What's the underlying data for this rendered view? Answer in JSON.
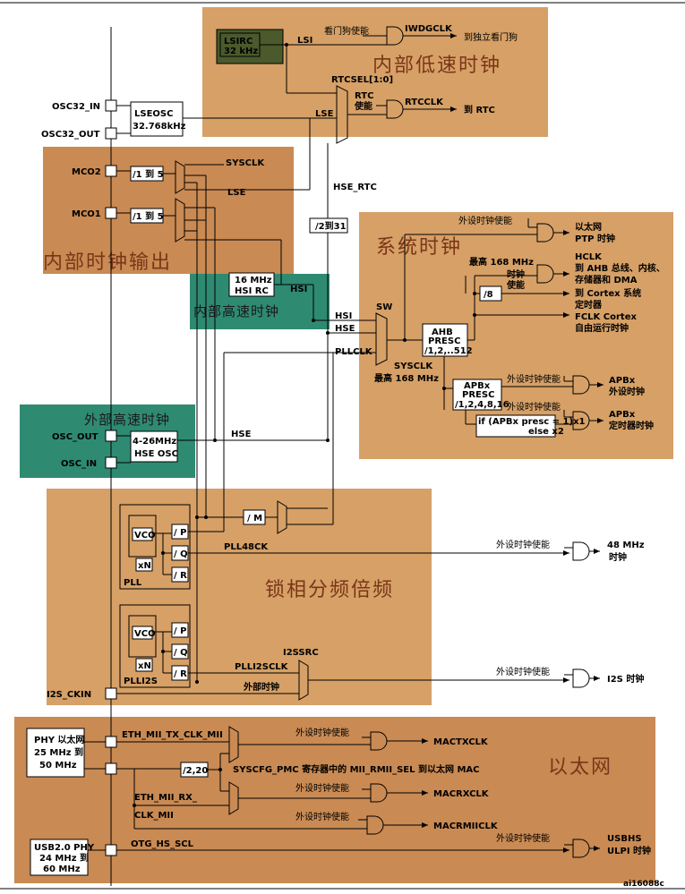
{
  "regions": {
    "lsi": "内部低速时钟",
    "mco": "内部时钟输出",
    "hsi": "内部高速时钟",
    "sys": "系统时钟",
    "hse": "外部高速时钟",
    "pll": "锁相分频倍频",
    "eth": "以太网"
  },
  "pins": {
    "osc32_in": "OSC32_IN",
    "osc32_out": "OSC32_OUT",
    "mco2": "MCO2",
    "mco1": "MCO1",
    "osc_out": "OSC_OUT",
    "osc_in": "OSC_IN",
    "i2s_ckin": "I2S_CKIN"
  },
  "blocks": {
    "lsirc_1": "LSIRC",
    "lsirc_2": "32 kHz",
    "lseosc_1": "LSEOSC",
    "lseosc_2": "32.768kHz",
    "div15a": "/1 到 5",
    "div15b": "/1 到 5",
    "hsirc_1": "16 MHz",
    "hsirc_2": "HSI RC",
    "hseosc_1": "4-26MHz",
    "hseosc_2": "HSE OSC",
    "div231": "/2到31",
    "div8": "/8",
    "ahb_1": "AHB",
    "ahb_2": "PRESC",
    "ahb_3": "/1,2,..512",
    "apb_1": "APBx",
    "apb_2": "PRESC",
    "apb_3": "/1,2,4,8,16",
    "apbif_1": "if (APBx presc = 1)x1",
    "apbif_2": "else x2",
    "divm": "/ M",
    "vco": "VCO",
    "xn": "xN",
    "p": "/ P",
    "q": "/ Q",
    "r": "/ R",
    "pll": "PLL",
    "plli2s": "PLLI2S",
    "div220": "/2,20",
    "phy_1": "PHY 以太网",
    "phy_2": "25 MHz 到",
    "phy_3": "50 MHz",
    "usb_1": "USB2.0 PHY",
    "usb_2": "24 MHz 到",
    "usb_3": "60 MHz"
  },
  "signals": {
    "lsi": "LSI",
    "wdg_en": "看门狗使能",
    "iwdgclk": "IWDGCLK",
    "to_iwdg": "到独立看门狗",
    "rtcsel": "RTCSEL[1:0]",
    "rtc_en_1": "RTC",
    "rtc_en_2": "使能",
    "rtcclk": "RTCCLK",
    "to_rtc": "到 RTC",
    "lse": "LSE",
    "sysclk_in": "SYSCLK",
    "lse2": "LSE",
    "hse_rtc": "HSE_RTC",
    "hsi": "HSI",
    "hsi2": "HSI",
    "hse2": "HSE",
    "pllclk": "PLLCLK",
    "sw": "SW",
    "sysclk": "SYSCLK",
    "max168": "最高 168 MHz",
    "hse": "HSE",
    "pll48ck": "PLL48CK",
    "i2ssrc": "I2SSRC",
    "plli2sclk": "PLLI2SCLK",
    "ext_clk": "外部时钟",
    "eth_tx": "ETH_MII_TX_CLK_MII",
    "eth_rx_1": "ETH_MII_RX_",
    "eth_rx_2": "CLK_MII",
    "otg": "OTG_HS_SCL",
    "syscfg": "SYSCFG_PMC 寄存器中的 MII_RMII_SEL 到以太网 MAC"
  },
  "outputs": {
    "ptp_en": "外设时钟使能",
    "ptp_1": "以太网",
    "ptp_2": "PTP 时钟",
    "hclk_max": "最高 168 MHz",
    "hclk_en_1": "时钟",
    "hclk_en_2": "使能",
    "hclk_1": "HCLK",
    "hclk_2": "到 AHB 总线、内核、",
    "hclk_3": "存储器和 DMA",
    "cortex_1": "到 Cortex 系统",
    "cortex_2": "定时器",
    "fclk_1": "FCLK Cortex",
    "fclk_2": "自由运行时钟",
    "apb_en": "外设时钟使能",
    "apbx_1": "APBx",
    "apbx_2": "外设时钟",
    "apbt_en": "外设时钟使能",
    "apbt_1": "APBx",
    "apbt_2": "定时器时钟",
    "m48_en": "外设时钟使能",
    "m48_1": "48 MHz",
    "m48_2": "时钟",
    "i2s_en": "外设时钟使能",
    "i2s": "I2S 时钟",
    "mactx_en": "外设时钟使能",
    "mactx": "MACTXCLK",
    "macrx_en": "外设时钟使能",
    "macrx": "MACRXCLK",
    "macrmii_en": "外设时钟使能",
    "macrmii": "MACRMIICLK",
    "usb_en": "外设时钟使能",
    "usb_1": "USBHS",
    "usb_2": "ULPI 时钟"
  },
  "footer": "ai16088c",
  "colors": {
    "orange": "#d6a066",
    "orange2": "#c98a53",
    "teal": "#2f8a72",
    "olive": "#4a5a2c",
    "title": "#7a3618"
  }
}
